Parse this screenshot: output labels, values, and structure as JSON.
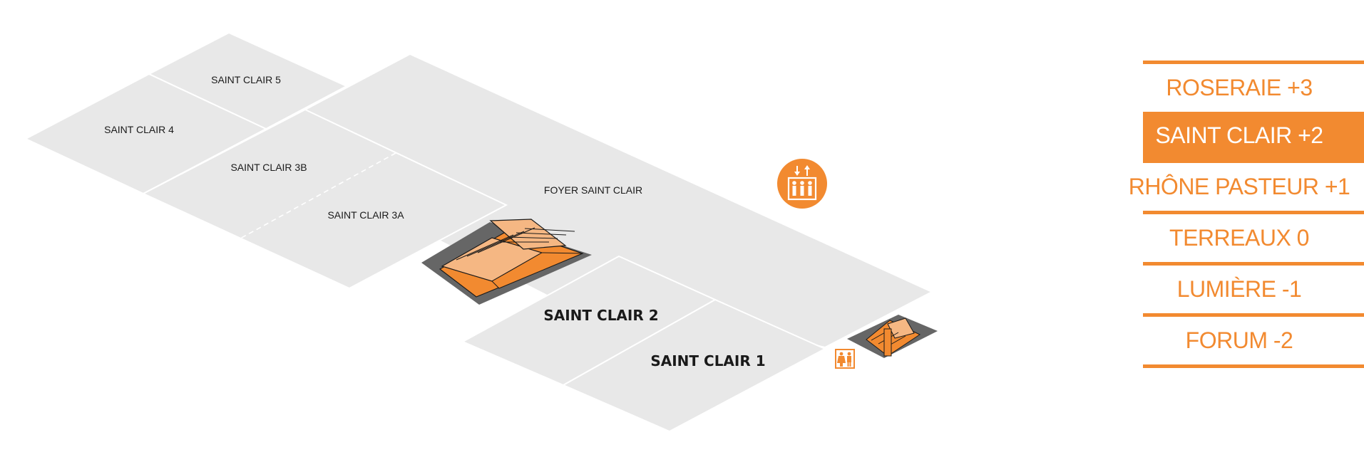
{
  "floorplan": {
    "rooms": {
      "saint_clair_5": "SAINT CLAIR 5",
      "saint_clair_4": "SAINT CLAIR 4",
      "saint_clair_3b": "SAINT CLAIR 3B",
      "saint_clair_3a": "SAINT CLAIR 3A",
      "foyer_saint_clair": "FOYER SAINT CLAIR",
      "saint_clair_2": "SAINT CLAIR 2",
      "saint_clair_1": "SAINT CLAIR 1"
    },
    "icons": {
      "elevator": "elevator-icon",
      "restroom": "restroom-icon",
      "staircase_main": "staircase-icon",
      "staircase_small": "staircase-icon"
    }
  },
  "levels": {
    "items": [
      {
        "label": "ROSERAIE +3",
        "active": false
      },
      {
        "label": "SAINT CLAIR +2",
        "active": true
      },
      {
        "label": "RHÔNE PASTEUR +1",
        "active": false
      },
      {
        "label": "TERREAUX 0",
        "active": false
      },
      {
        "label": "LUMIÈRE -1",
        "active": false
      },
      {
        "label": "FORUM -2",
        "active": false
      }
    ]
  },
  "colors": {
    "accent": "#f28a30",
    "room_fill": "#e8e8e8",
    "label_text": "#1a1a1a",
    "active_text": "#ffffff",
    "stair_floor": "#666666"
  }
}
